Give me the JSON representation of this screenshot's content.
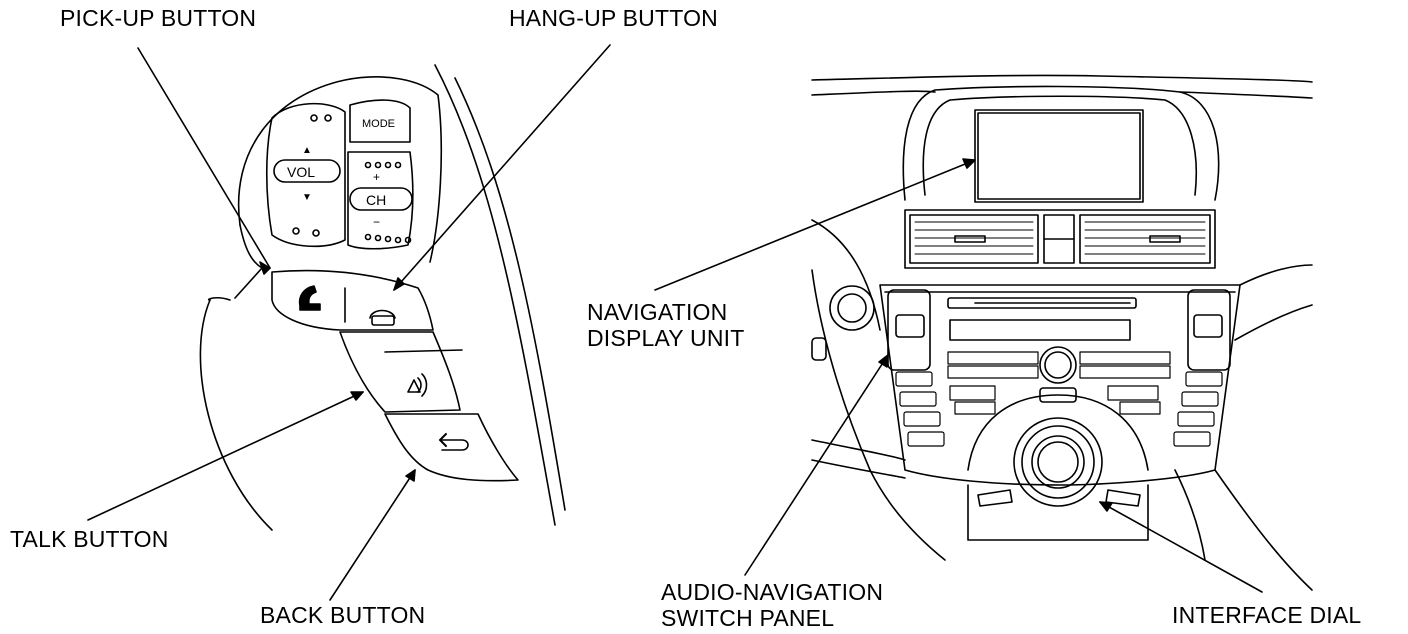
{
  "labels": {
    "pickup": "PICK-UP BUTTON",
    "hangup": "HANG-UP BUTTON",
    "talk": "TALK BUTTON",
    "back": "BACK BUTTON",
    "nav_display_1": "NAVIGATION",
    "nav_display_2": "DISPLAY UNIT",
    "audio_nav_1": "AUDIO-NAVIGATION",
    "audio_nav_2": "SWITCH PANEL",
    "interface_dial": "INTERFACE DIAL"
  },
  "wheel_buttons": {
    "mode": "MODE",
    "vol": "VOL",
    "ch": "CH",
    "up": "▲",
    "down": "▼",
    "plus": "+",
    "minus": "−"
  }
}
